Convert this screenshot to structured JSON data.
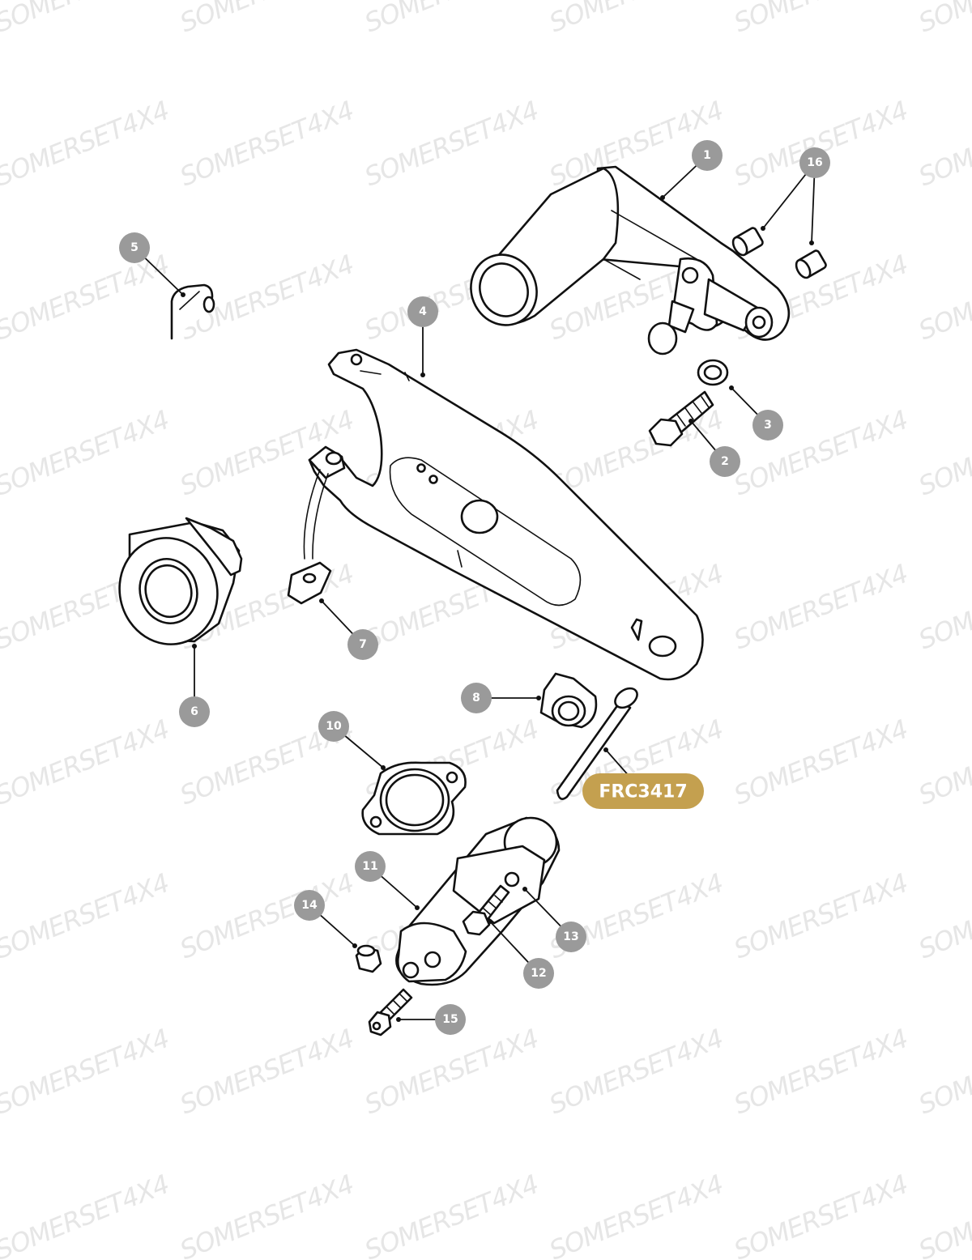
{
  "watermark": {
    "text": "SOMERSET4X4",
    "color": "#e6e6e6"
  },
  "callouts": [
    {
      "id": "c1",
      "label": "1"
    },
    {
      "id": "c2",
      "label": "2"
    },
    {
      "id": "c3",
      "label": "3"
    },
    {
      "id": "c4",
      "label": "4"
    },
    {
      "id": "c5",
      "label": "5"
    },
    {
      "id": "c6",
      "label": "6"
    },
    {
      "id": "c7",
      "label": "7"
    },
    {
      "id": "c8",
      "label": "8"
    },
    {
      "id": "c10",
      "label": "10"
    },
    {
      "id": "c11",
      "label": "11"
    },
    {
      "id": "c12",
      "label": "12"
    },
    {
      "id": "c13",
      "label": "13"
    },
    {
      "id": "c14",
      "label": "14"
    },
    {
      "id": "c15",
      "label": "15"
    },
    {
      "id": "c16",
      "label": "16"
    }
  ],
  "highlight": {
    "label": "FRC3417",
    "color": "#c4a04f"
  },
  "colors": {
    "callout": "#9a9a9a",
    "line": "#111111",
    "background": "#ffffff"
  }
}
